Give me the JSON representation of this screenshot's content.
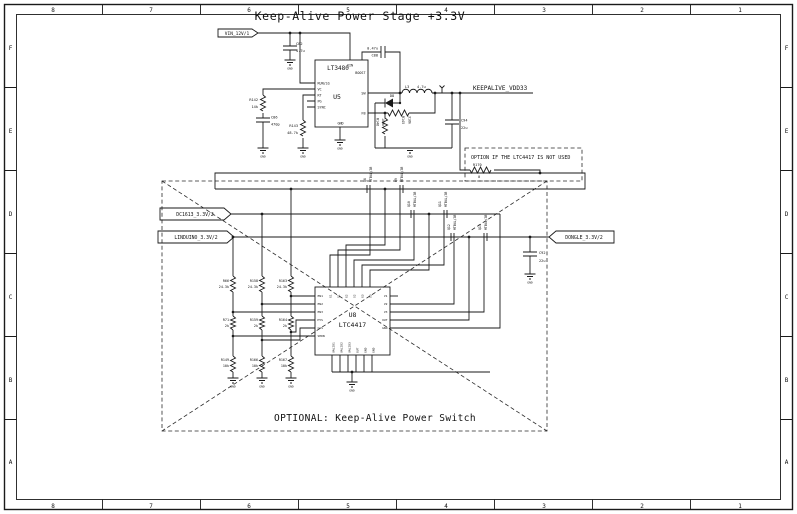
{
  "frame": {
    "zones_top": [
      "8",
      "7",
      "6",
      "5",
      "4",
      "3",
      "2",
      "1"
    ],
    "zones_bottom": [
      "8",
      "7",
      "6",
      "5",
      "4",
      "3",
      "2",
      "1"
    ],
    "zones_left": [
      "F",
      "E",
      "D",
      "C",
      "B",
      "A"
    ],
    "zones_right": [
      "F",
      "E",
      "D",
      "C",
      "B",
      "A"
    ]
  },
  "title": "Keep-Alive Power Stage  +3.3V",
  "labels": {
    "gnd": "GND"
  },
  "regulator": {
    "input_flag": "VIN_12V/1",
    "u5": {
      "ref": "U5",
      "part": "LT3480",
      "pin_vin": "VIN",
      "pins_left": [
        "RUN/SS",
        "VC",
        "RT",
        "PG",
        "SYNC"
      ],
      "pin_boost": "BOOST",
      "pin_sw": "SW",
      "pin_fb": "FB",
      "pin_gnd": "GND"
    },
    "c82": {
      "ref": "C82",
      "value": "4.7u"
    },
    "r142": {
      "ref": "R142",
      "value": "14k"
    },
    "c86": {
      "ref": "C86",
      "value": "470p"
    },
    "r143": {
      "ref": "R143",
      "value": "48.7k"
    },
    "c88": {
      "ref": "C88",
      "value": "0.47u"
    },
    "l3": {
      "ref": "L3",
      "value": "4.7u"
    },
    "d8": {
      "ref": "D8"
    },
    "r145": {
      "ref": "R145",
      "value": "316k"
    },
    "r146": {
      "ref": "R146",
      "value": "100k"
    },
    "c94": {
      "ref": "C94",
      "value": "22u"
    },
    "output_net": "KEEPALIVE_VDD33"
  },
  "option_box": {
    "note": "OPTION IF THE LTC4417 IS NOT USED",
    "r170": {
      "ref": "R170",
      "value": "0"
    }
  },
  "switch": {
    "caption": "OPTIONAL: Keep-Alive Power Switch",
    "flag_dc1613": "DC1613_3.3V/2",
    "flag_linduino": "LINDUINO_3.3V/2",
    "flag_dongle": "DONGLE_3.3V/2",
    "c92": {
      "ref": "C92",
      "value": "22u"
    },
    "u8": {
      "ref": "U8",
      "part": "LTC4417",
      "pins_top": [
        "G1",
        "S1",
        "G2",
        "S2",
        "G3",
        "S3"
      ],
      "pins_left": [
        "EN1",
        "EN2",
        "EN3",
        "HYS",
        "CAS",
        "SHDN"
      ],
      "pins_right": [
        "V1",
        "V2",
        "V3",
        "OUT",
        "GND"
      ],
      "pins_bottom": [
        "VALID1",
        "VALID2",
        "VALID3",
        "OUT",
        "GND",
        "GND"
      ]
    },
    "fets": [
      {
        "ref": "Q8",
        "part": "MTB4L/3B"
      },
      {
        "ref": "Q9",
        "part": "MTB4L/3B"
      },
      {
        "ref": "Q10",
        "part": "MTB4L/3B"
      },
      {
        "ref": "Q11",
        "part": "MTB4L/3B"
      },
      {
        "ref": "Q12",
        "part": "MTB4L/3B"
      },
      {
        "ref": "Q13",
        "part": "MTB4L/3B"
      }
    ],
    "rgrid": [
      [
        {
          "ref": "R66",
          "value": "24.3k"
        },
        {
          "ref": "R158",
          "value": "24.3k"
        },
        {
          "ref": "R163",
          "value": "24.3k"
        }
      ],
      [
        {
          "ref": "R71",
          "value": "2k"
        },
        {
          "ref": "R159",
          "value": "2k"
        },
        {
          "ref": "R164",
          "value": "2k"
        }
      ],
      [
        {
          "ref": "R149",
          "value": "10k"
        },
        {
          "ref": "R166",
          "value": "10k"
        },
        {
          "ref": "R167",
          "value": "10k"
        }
      ]
    ]
  }
}
